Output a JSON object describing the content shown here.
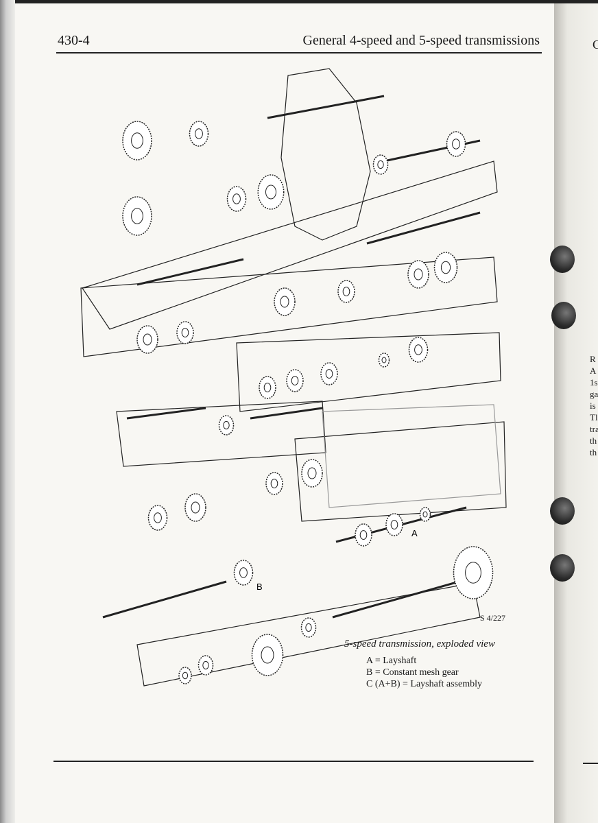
{
  "header": {
    "page_number": "430-4",
    "title": "General 4-speed and 5-speed transmissions"
  },
  "figure": {
    "reference": "S 4/227",
    "caption": "5-speed transmission, exploded view",
    "legend": [
      "A =  Layshaft",
      "B =  Constant mesh gear",
      "C (A+B) = Layshaft assembly"
    ],
    "labels": {
      "a": "A",
      "b": "B"
    }
  },
  "right_page": {
    "corner": "C",
    "lines": [
      "R",
      "A",
      "1s",
      "ga",
      "is",
      "Tl",
      "tra",
      "th",
      "th"
    ]
  }
}
